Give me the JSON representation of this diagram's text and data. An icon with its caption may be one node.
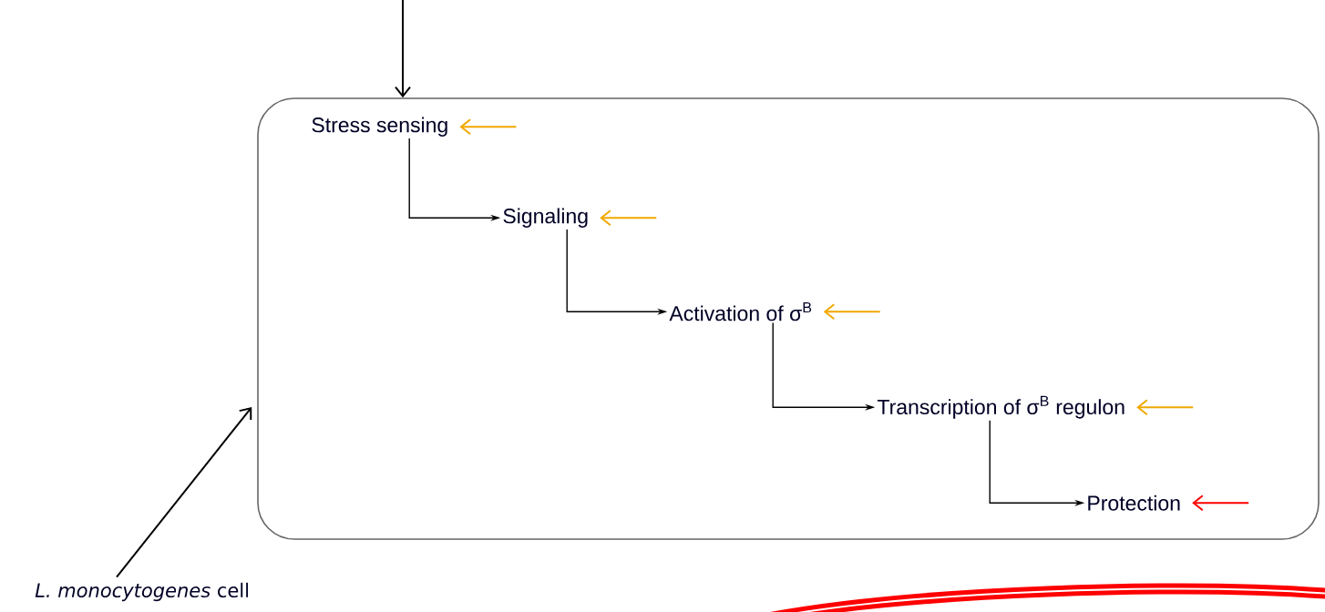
{
  "diagram": {
    "nodes": [
      {
        "text": [],
        "shape": "box"
      },
      {
        "text": [
          "Stress sensing"
        ],
        "in": 0
      },
      {
        "text": [
          "Signaling"
        ],
        "in": 0
      },
      {
        "text": [
          "Activation of σ$^{B}$"
        ],
        "in": 0
      },
      {
        "text": [
          "Transcription of σ$^{B}$ regulon"
        ],
        "in": 0
      },
      {
        "text": [
          "Protection"
        ],
        "in": 0
      },
      {
        "text": [
          "*L. monocytogenes* cell"
        ]
      }
    ],
    "edges": [
      {
        "from": 1,
        "to": 2,
        "arrow": "to"
      },
      {
        "from": 2,
        "to": 3,
        "arrow": "to"
      },
      {
        "from": 3,
        "to": 4,
        "arrow": "to"
      },
      {
        "from": 4,
        "to": 5,
        "arrow": "to"
      },
      {
        "from": null,
        "to": 0,
        "arrow": "to"
      },
      {
        "from": 6,
        "to": 0,
        "arrow": "to"
      },
      {
        "from": null,
        "to": 1,
        "arrow": "to",
        "color": "#f0a800"
      },
      {
        "from": null,
        "to": 2,
        "arrow": "to",
        "color": "#f0a800"
      },
      {
        "from": null,
        "to": 3,
        "arrow": "to",
        "color": "#f0a800"
      },
      {
        "from": null,
        "to": 4,
        "arrow": "to",
        "color": "#f0a800"
      },
      {
        "from": null,
        "to": 5,
        "arrow": "to",
        "color": "#ff0000"
      }
    ]
  }
}
